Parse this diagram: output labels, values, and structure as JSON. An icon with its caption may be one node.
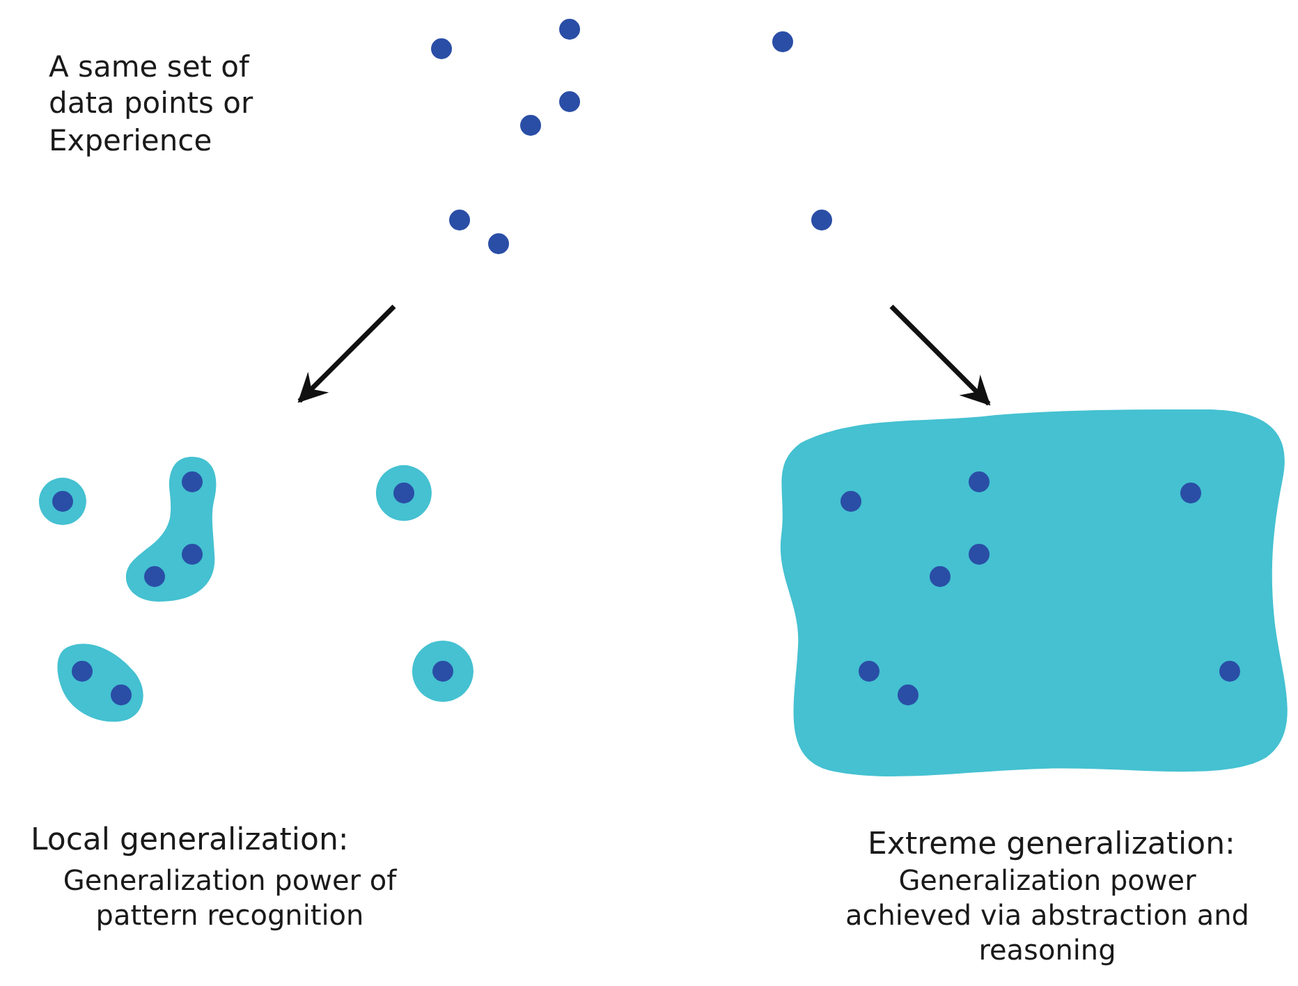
{
  "diagram": {
    "nodes": [
      {
        "text": [],
        "shape": "picture"
      },
      {
        "text": [],
        "shape": "picture",
        "beside": [
          "Local generalization:",
          "Generalization power of pattern recognition"
        ]
      },
      {
        "text": [],
        "shape": "picture",
        "beside": [
          "Extreme generalization:",
          "Generalization power achieved via abstraction and reasoning"
        ]
      }
    ],
    "edges": [
      {
        "from": 0,
        "to": 1,
        "arrow": "to"
      },
      {
        "from": 0,
        "to": 2,
        "arrow": "to"
      }
    ],
    "labels": [
      "A same set of data points or Experience"
    ]
  }
}
